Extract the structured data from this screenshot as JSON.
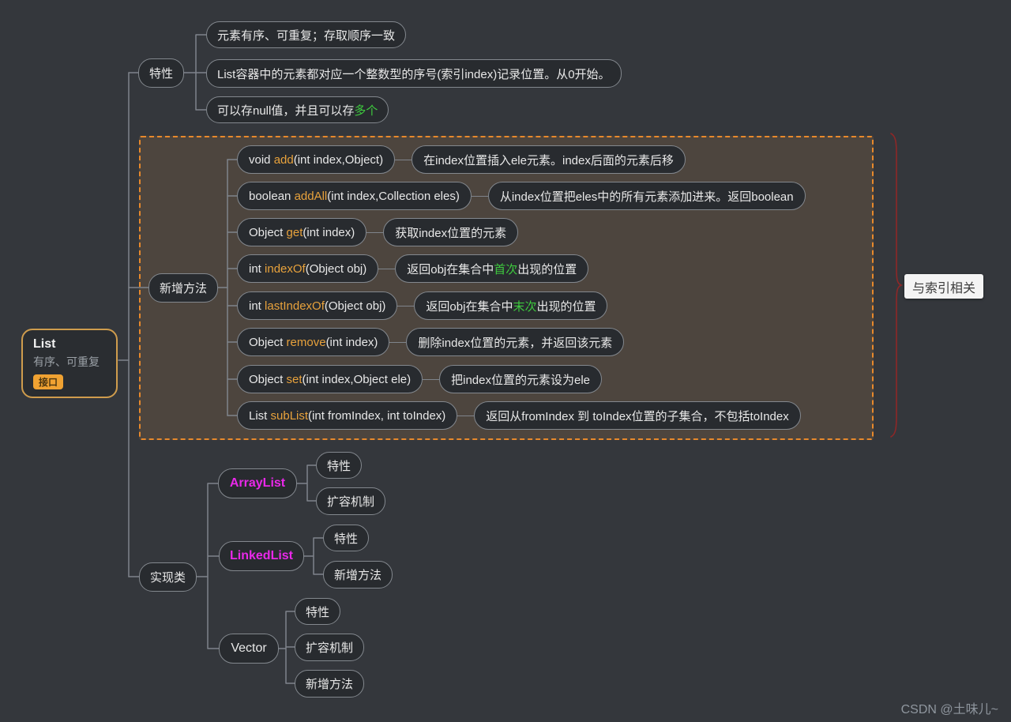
{
  "root": {
    "title": "List",
    "subtitle": "有序、可重复",
    "badge": "接口"
  },
  "features": {
    "label": "特性",
    "children": [
      {
        "pre": "元素有序、可重复；存取顺序一致"
      },
      {
        "pre": "List容器中的元素都对应一个整数型的序号(索引index)记录位置。从0开始。"
      },
      {
        "pre": "可以存null值，并且可以存",
        "hl": "多个"
      }
    ]
  },
  "methods": {
    "label": "新增方法",
    "summary": "与索引相关",
    "items": [
      {
        "ret": "void ",
        "name": "add",
        "params": "(int index,Object)",
        "desc_pre": "在index位置插入ele元素。index后面的元素后移"
      },
      {
        "ret": "boolean ",
        "name": "addAll",
        "params": "(int index,Collection eles)",
        "desc_pre": "从index位置把eles中的所有元素添加进来。返回boolean"
      },
      {
        "ret": "Object ",
        "name": "get",
        "params": "(int index)",
        "desc_pre": "获取index位置的元素"
      },
      {
        "ret": "int ",
        "name": "indexOf",
        "params": "(Object obj)",
        "desc_pre": "返回obj在集合中",
        "desc_hl": "首次",
        "desc_post": "出现的位置"
      },
      {
        "ret": "int ",
        "name": "lastIndexOf",
        "params": "(Object obj)",
        "desc_pre": "返回obj在集合中",
        "desc_hl": "末次",
        "desc_post": "出现的位置"
      },
      {
        "ret": "Object ",
        "name": "remove",
        "params": "(int index)",
        "desc_pre": "删除index位置的元素，并返回该元素"
      },
      {
        "ret": "Object ",
        "name": "set",
        "params": "(int index,Object ele)",
        "desc_pre": "把index位置的元素设为ele"
      },
      {
        "ret": "List ",
        "name": "subList",
        "params": "(int fromIndex, int toIndex)",
        "desc_pre": "返回从fromIndex 到 toIndex位置的子集合，不包括toIndex"
      }
    ]
  },
  "implementations": {
    "label": "实现类",
    "classes": [
      {
        "name": "ArrayList",
        "children": [
          "特性",
          "扩容机制"
        ]
      },
      {
        "name": "LinkedList",
        "children": [
          "特性",
          "新增方法"
        ]
      },
      {
        "name": "Vector",
        "children": [
          "特性",
          "扩容机制",
          "新增方法"
        ]
      }
    ]
  },
  "watermark": "CSDN @土味儿~",
  "colors": {
    "background": "#34373c",
    "node_fill": "#282b2f",
    "node_border": "#83888e",
    "connector": "#7f848b",
    "keyword_orange": "#e8a23c",
    "highlight_green": "#3ecb3e",
    "class_magenta": "#e928e9",
    "boundary_orange": "#e8892b",
    "brace_red": "#8e2727",
    "badge_orange": "#f0a232",
    "summary_bg": "#f4f4f4"
  }
}
